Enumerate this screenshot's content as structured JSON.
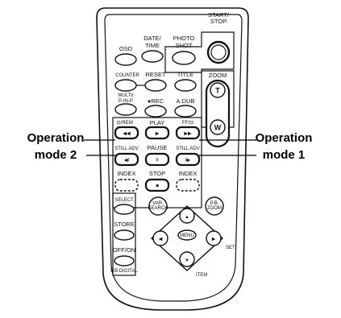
{
  "remote": {
    "row1": {
      "osd": "OSD",
      "date_time": [
        "DATE/",
        "TIME"
      ],
      "photo_shot": [
        "PHOTO",
        "SHOT"
      ],
      "start_stop": [
        "START/",
        "STOP"
      ]
    },
    "row2": {
      "counter": "COUNTER",
      "reset": "RESET",
      "title": "TITLE",
      "zoom": "ZOOM",
      "zoom_t": "T",
      "zoom_w": "W"
    },
    "row3": {
      "multi_pinp": [
        "MULTI/",
        "P-IN-P"
      ],
      "rec": "●REC",
      "a_dub": "A.DUB"
    },
    "transport": {
      "rew": "⊡/REW",
      "play": "PLAY",
      "ff": "FF/⊡",
      "rew_sym": "◀◀",
      "play_sym": "▶",
      "ff_sym": "▶▶",
      "still_adv_left": "STILL ADV",
      "pause": "PAUSE",
      "still_adv_right": "STILL ADV",
      "still_left_sym": "◀I",
      "pause_sym": "II",
      "still_right_sym": "I▶",
      "index_left": "INDEX",
      "stop": "STOP",
      "index_right": "INDEX",
      "stop_sym": "■"
    },
    "lower": {
      "select": "SELECT",
      "store": "STORE",
      "off_on": "OFF/ON",
      "pb_digital": "P.B.DIGITAL",
      "var_search": [
        "VAR.",
        "SEARCH"
      ],
      "pb_zoom": [
        "P.B.",
        "ZOOM"
      ],
      "menu": "MENU",
      "set": "SET",
      "item": "ITEM"
    }
  },
  "callouts": {
    "left": [
      "Operation",
      "mode 2"
    ],
    "right": [
      "Operation",
      "mode 1"
    ]
  }
}
